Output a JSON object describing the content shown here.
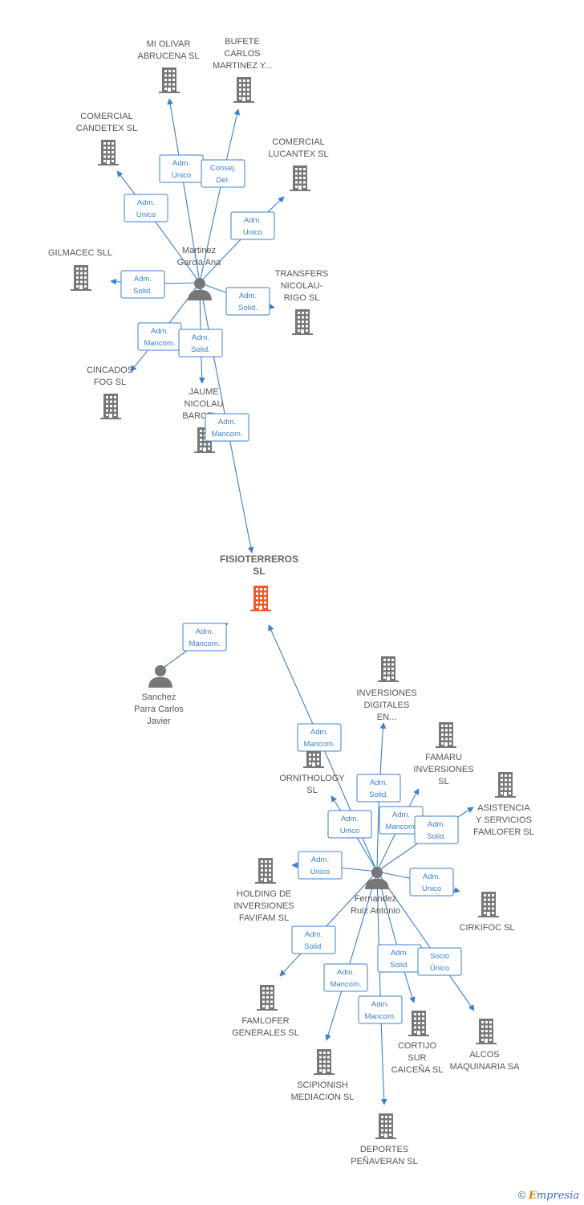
{
  "colors": {
    "edge": "#3b7fd0",
    "company": "#777777",
    "focus": "#f05a28",
    "person": "#777777",
    "label": "#555555"
  },
  "nodes": [
    {
      "id": "fisio",
      "type": "company",
      "focus": true,
      "label": [
        "FISIOTERREROS",
        "SL"
      ]
    },
    {
      "id": "martinez",
      "type": "person",
      "label": [
        "Martinez",
        "Garcia Ana"
      ]
    },
    {
      "id": "fernandez",
      "type": "person",
      "label": [
        "Fernandez",
        "Ruiz Antonio"
      ]
    },
    {
      "id": "sanchez",
      "type": "person",
      "label": [
        "Sanchez",
        "Parra Carlos",
        "Javier"
      ]
    },
    {
      "id": "miolivar",
      "type": "company",
      "label": [
        "MI OLIVAR",
        "ABRUCENA  SL"
      ]
    },
    {
      "id": "bufete",
      "type": "company",
      "label": [
        "BUFETE",
        "CARLOS",
        "MARTINEZ Y..."
      ]
    },
    {
      "id": "candetex",
      "type": "company",
      "label": [
        "COMERCIAL",
        "CANDETEX SL"
      ]
    },
    {
      "id": "lucantex",
      "type": "company",
      "label": [
        "COMERCIAL",
        "LUCANTEX SL"
      ]
    },
    {
      "id": "gilmacec",
      "type": "company",
      "label": [
        "GILMACEC SLL"
      ]
    },
    {
      "id": "transfers",
      "type": "company",
      "label": [
        "TRANSFERS",
        "NICOLAU-",
        "RIGO SL"
      ]
    },
    {
      "id": "cincados",
      "type": "company",
      "label": [
        "CINCADOS",
        "FOG  SL"
      ]
    },
    {
      "id": "jaume",
      "type": "company",
      "label": [
        "JAUME",
        "NICOLAU",
        "BARCEL..."
      ]
    },
    {
      "id": "invdig",
      "type": "company",
      "label": [
        "INVERSIONES",
        "DIGITALES",
        "EN..."
      ]
    },
    {
      "id": "famaru",
      "type": "company",
      "label": [
        "FAMARU",
        "INVERSIONES",
        "SL"
      ]
    },
    {
      "id": "asistencia",
      "type": "company",
      "label": [
        "ASISTENCIA",
        "Y SERVICIOS",
        "FAMLOFER  SL"
      ]
    },
    {
      "id": "ornithology",
      "type": "company",
      "label": [
        "ORNITHOLOGY",
        "SL"
      ]
    },
    {
      "id": "holding",
      "type": "company",
      "label": [
        "HOLDING DE",
        "INVERSIONES",
        "FAVIFAM SL"
      ]
    },
    {
      "id": "cirkifoc",
      "type": "company",
      "label": [
        "CIRKIFOC  SL"
      ]
    },
    {
      "id": "famlofer",
      "type": "company",
      "label": [
        "FAMLOFER",
        "GENERALES  SL"
      ]
    },
    {
      "id": "scipionish",
      "type": "company",
      "label": [
        "SCIPIONISH",
        "MEDIACION  SL"
      ]
    },
    {
      "id": "cortijo",
      "type": "company",
      "label": [
        "CORTIJO",
        "SUR",
        "CAICEÑA  SL"
      ]
    },
    {
      "id": "alcos",
      "type": "company",
      "label": [
        "ALCOS",
        "MAQUINARIA SA"
      ]
    },
    {
      "id": "deportes",
      "type": "company",
      "label": [
        "DEPORTES",
        "PEÑAVERAN SL"
      ]
    }
  ],
  "edges": [
    {
      "from": "martinez",
      "to": "miolivar",
      "label": [
        "Adm.",
        "Unico"
      ]
    },
    {
      "from": "martinez",
      "to": "bufete",
      "label": [
        "Consej.",
        "Del."
      ]
    },
    {
      "from": "martinez",
      "to": "candetex",
      "label": [
        "Adm.",
        "Unico"
      ]
    },
    {
      "from": "martinez",
      "to": "lucantex",
      "label": [
        "Adm.",
        "Unico"
      ]
    },
    {
      "from": "martinez",
      "to": "gilmacec",
      "label": [
        "Adm.",
        "Solid."
      ]
    },
    {
      "from": "martinez",
      "to": "transfers",
      "label": [
        "Adm.",
        "Solid."
      ]
    },
    {
      "from": "martinez",
      "to": "cincados",
      "label": [
        "Adm.",
        "Mancom."
      ]
    },
    {
      "from": "martinez",
      "to": "jaume",
      "label": [
        "Adm.",
        "Solid."
      ]
    },
    {
      "from": "martinez",
      "to": "fisio",
      "label": [
        "Adm.",
        "Mancom."
      ]
    },
    {
      "from": "sanchez",
      "to": "fisio",
      "label": [
        "Adm.",
        "Mancom."
      ]
    },
    {
      "from": "fernandez",
      "to": "fisio",
      "label": [
        "Adm.",
        "Mancom."
      ]
    },
    {
      "from": "fernandez",
      "to": "invdig",
      "label": [
        "Adm.",
        "Solid."
      ]
    },
    {
      "from": "fernandez",
      "to": "famaru",
      "label": [
        "Adm.",
        "Mancom."
      ]
    },
    {
      "from": "fernandez",
      "to": "asistencia",
      "label": [
        "Adm.",
        "Solid."
      ]
    },
    {
      "from": "fernandez",
      "to": "ornithology",
      "label": [
        "Adm.",
        "Unico"
      ]
    },
    {
      "from": "fernandez",
      "to": "holding",
      "label": [
        "Adm.",
        "Unico"
      ]
    },
    {
      "from": "fernandez",
      "to": "cirkifoc",
      "label": [
        "Adm.",
        "Unico"
      ]
    },
    {
      "from": "fernandez",
      "to": "famlofer",
      "label": [
        "Adm.",
        "Solid."
      ]
    },
    {
      "from": "fernandez",
      "to": "scipionish",
      "label": [
        "Adm.",
        "Mancom."
      ]
    },
    {
      "from": "fernandez",
      "to": "cortijo",
      "label": [
        "Adm.",
        "Solid."
      ]
    },
    {
      "from": "fernandez",
      "to": "alcos",
      "label": [
        "Socio",
        "Único"
      ]
    },
    {
      "from": "fernandez",
      "to": "deportes",
      "label": [
        "Adm.",
        "Mancom."
      ]
    }
  ],
  "credit": {
    "symbol": "©",
    "brand_initial": "E",
    "brand_rest": "mpresia"
  }
}
